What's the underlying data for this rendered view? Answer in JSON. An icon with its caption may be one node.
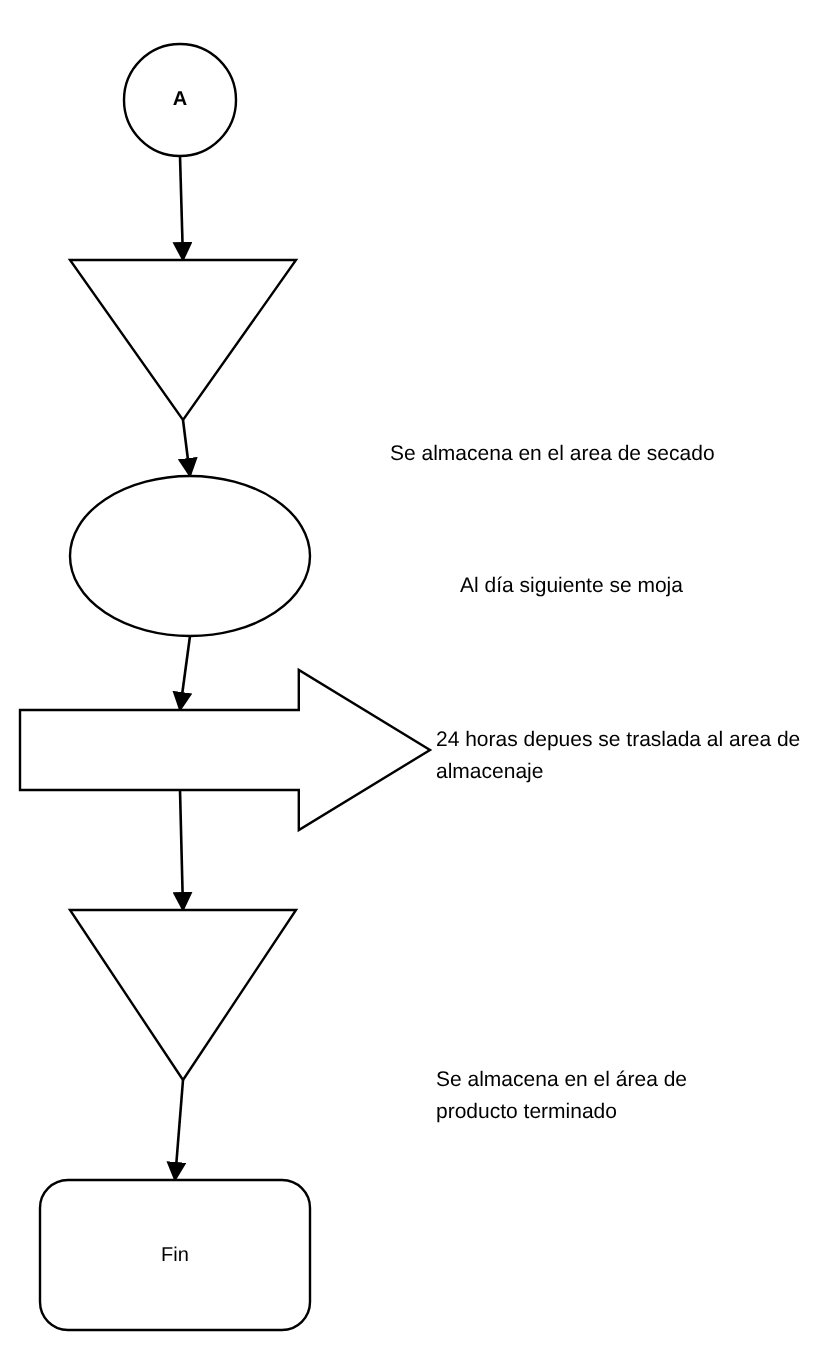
{
  "diagram": {
    "nodes": [
      {
        "text": [
          "A"
        ]
      },
      {
        "text": [],
        "shape": "triangle"
      },
      {
        "text": [],
        "shape": "ellipse"
      },
      {
        "text": [],
        "shape": "arrow"
      },
      {
        "text": [],
        "shape": "triangle"
      },
      {
        "text": [
          "Fin"
        ]
      }
    ],
    "edges": [
      {
        "from": 0,
        "to": 1,
        "arrow": "to"
      },
      {
        "from": 1,
        "to": 2,
        "arrow": "to"
      },
      {
        "from": 2,
        "to": 3,
        "arrow": "to"
      },
      {
        "from": 3,
        "to": 4,
        "arrow": "to"
      },
      {
        "from": 4,
        "to": 5,
        "arrow": "to"
      }
    ],
    "labels": [
      "Se almacena  en el area de secado",
      "Al día siguiente se moja",
      "24 horas depues se traslada al area de almacenaje",
      "Se almacena  en el área de producto terminado"
    ]
  }
}
